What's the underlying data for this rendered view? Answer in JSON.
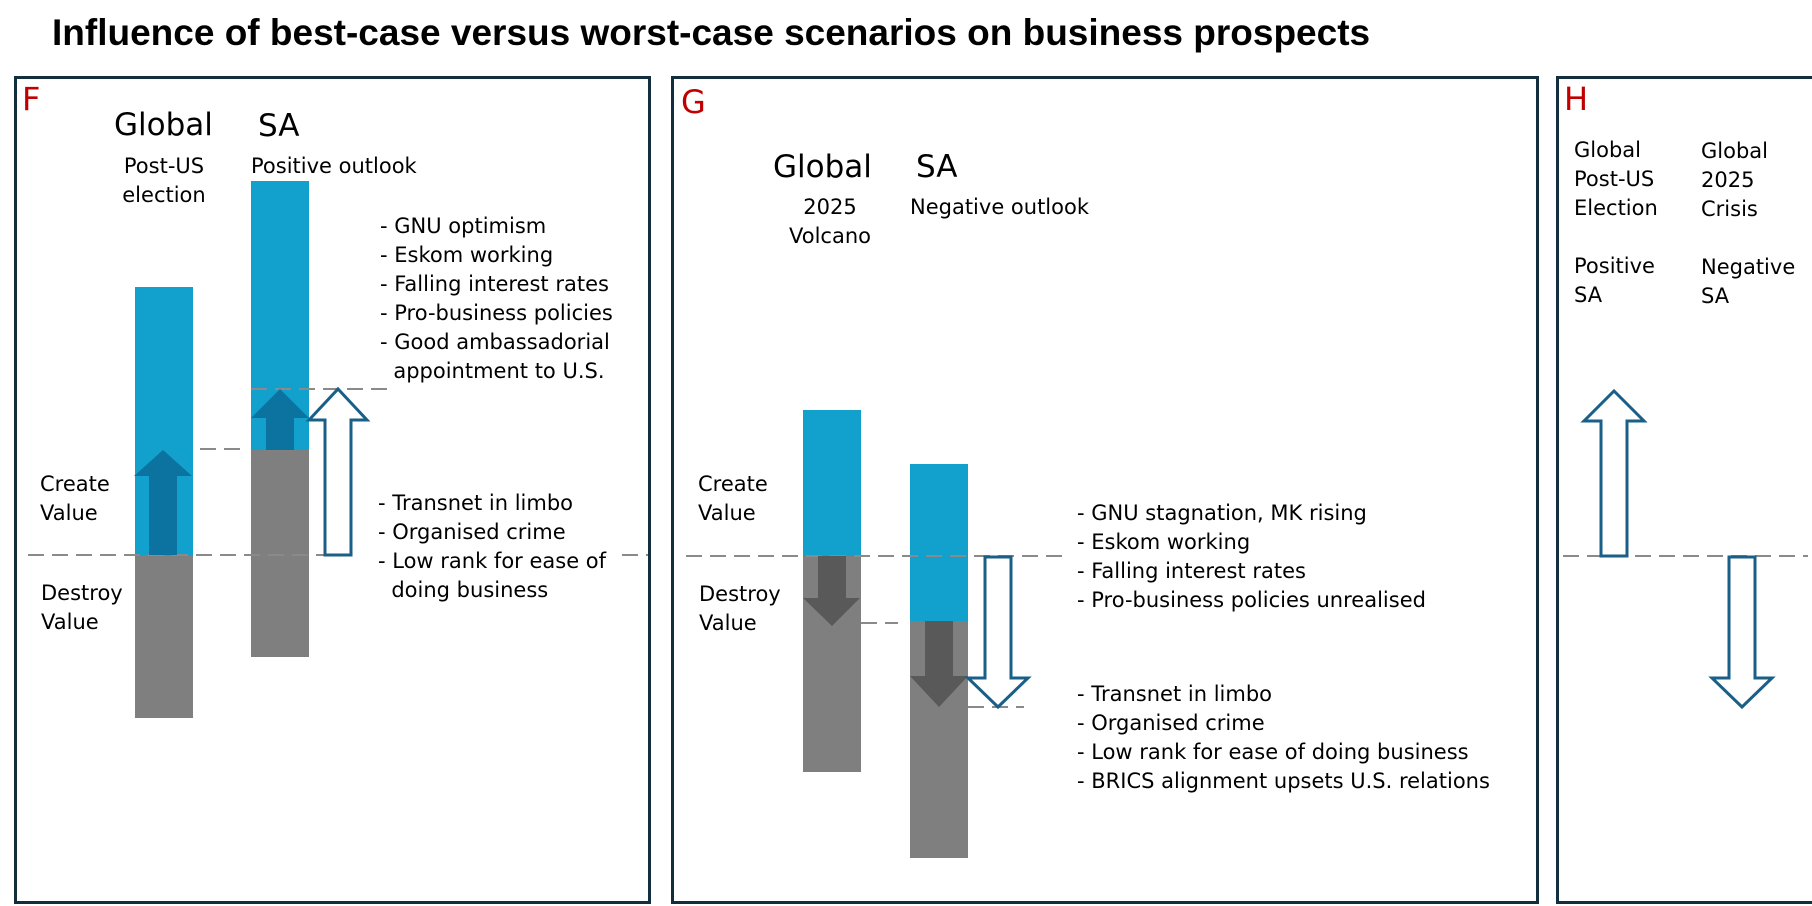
{
  "title": "Influence of best-case versus worst-case scenarios on business prospects",
  "colors": {
    "frame": "#132f3e",
    "create_bar": "#12a0cd",
    "destroy_bar": "#7f7f7f",
    "arrow_outline": "#1a5f87",
    "arrow_dark_up": "#0c72a0",
    "arrow_dark_down": "#595959",
    "panel_letter": "#c00000"
  },
  "panel_f": {
    "letter": "F",
    "global_heading": "Global",
    "sa_heading": "SA",
    "global_sub": [
      "Post-US",
      "election"
    ],
    "sa_sub": "Positive outlook",
    "create_label": [
      "Create",
      "Value"
    ],
    "destroy_label": [
      "Destroy",
      "Value"
    ],
    "positive_factors": [
      "- GNU optimism",
      "- Eskom working",
      "- Falling interest rates",
      "- Pro-business policies",
      "- Good ambassadorial",
      "  appointment to U.S."
    ],
    "negative_factors": [
      "- Transnet in limbo",
      "- Organised crime",
      "- Low rank for ease of",
      "  doing business"
    ]
  },
  "panel_g": {
    "letter": "G",
    "global_heading": "Global",
    "sa_heading": "SA",
    "global_sub": [
      "2025",
      "Volcano"
    ],
    "sa_sub": "Negative outlook",
    "create_label": [
      "Create",
      "Value"
    ],
    "destroy_label": [
      "Destroy",
      "Value"
    ],
    "factors_a": [
      "- GNU stagnation, MK rising",
      "- Eskom working",
      "- Falling interest rates",
      "- Pro-business policies unrealised"
    ],
    "factors_b": [
      "- Transnet in limbo",
      "- Organised crime",
      "- Low rank for ease of doing business",
      "- BRICS alignment upsets U.S. relations"
    ]
  },
  "panel_h": {
    "letter": "H",
    "col1": [
      "Global",
      "Post-US",
      "Election"
    ],
    "col1_b": [
      "Positive",
      "SA"
    ],
    "col2": [
      "Global",
      "2025",
      "Crisis"
    ],
    "col2_b": [
      "Negative",
      "SA"
    ]
  }
}
